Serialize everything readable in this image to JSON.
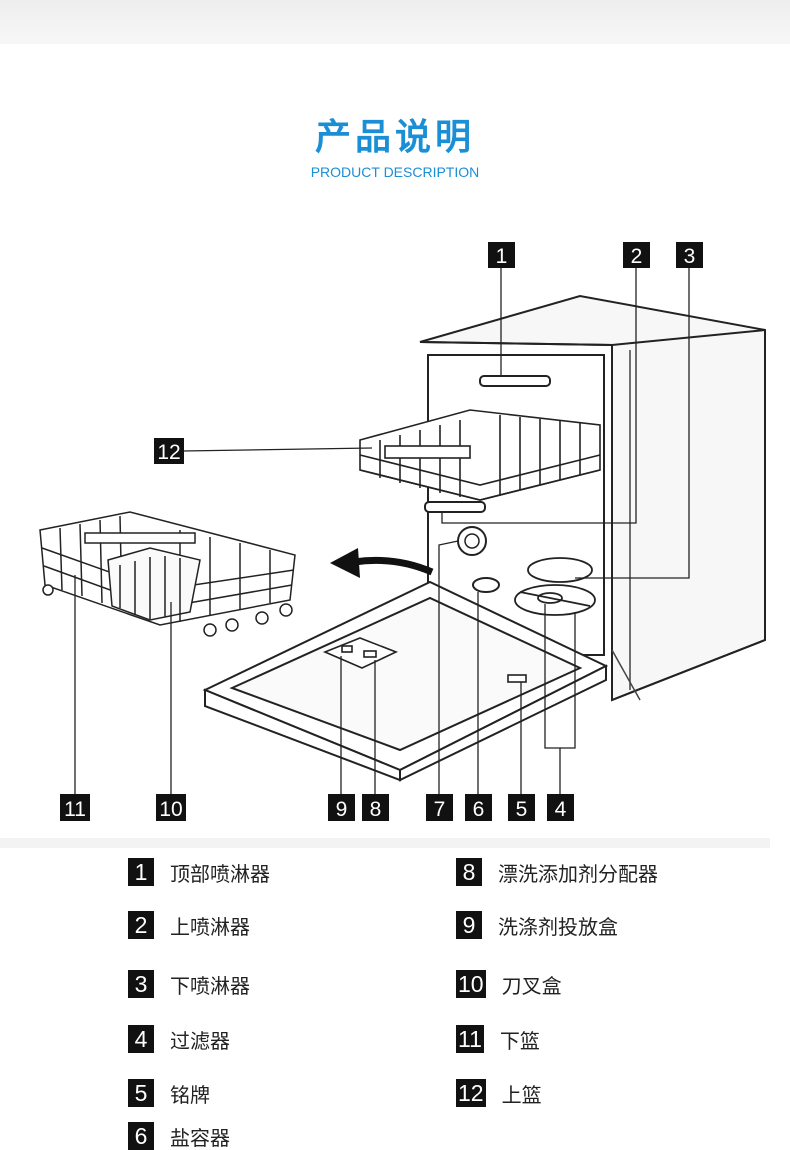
{
  "header": {
    "title": "产品说明",
    "subtitle": "PRODUCT DESCRIPTION"
  },
  "callout_numbers": {
    "c1": "1",
    "c2": "2",
    "c3": "3",
    "c4": "4",
    "c5": "5",
    "c6": "6",
    "c7": "7",
    "c8": "8",
    "c9": "9",
    "c10": "10",
    "c11": "11",
    "c12": "12"
  },
  "legend": {
    "left": [
      {
        "num": "1",
        "label": "顶部喷淋器"
      },
      {
        "num": "2",
        "label": "上喷淋器"
      },
      {
        "num": "3",
        "label": "下喷淋器"
      },
      {
        "num": "4",
        "label": "过滤器"
      },
      {
        "num": "5",
        "label": "铭牌"
      },
      {
        "num": "6",
        "label": "盐容器"
      }
    ],
    "right": [
      {
        "num": "8",
        "label": "漂洗添加剂分配器"
      },
      {
        "num": "9",
        "label": "洗涤剂投放盒"
      },
      {
        "num": "10",
        "label": "刀叉盒"
      },
      {
        "num": "11",
        "label": "下篮"
      },
      {
        "num": "12",
        "label": "上篮"
      }
    ]
  }
}
